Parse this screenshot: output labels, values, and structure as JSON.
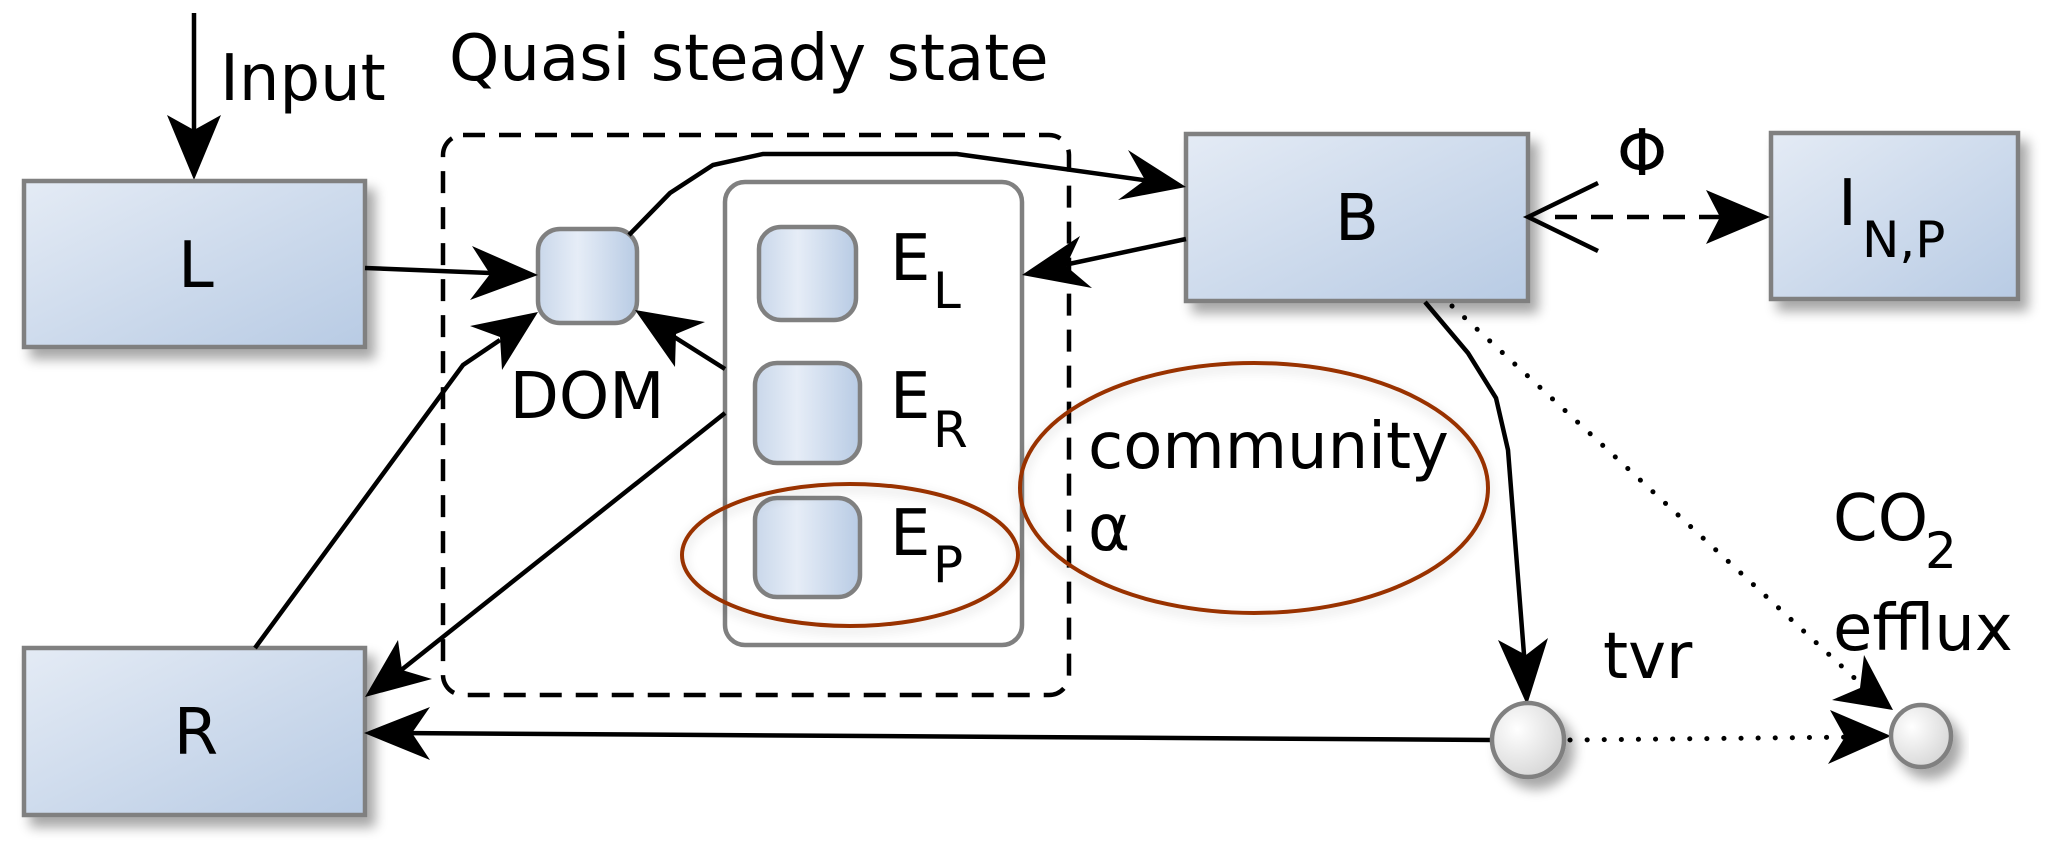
{
  "figure": {
    "title": "Quasi steady state",
    "accent_color": "#993300",
    "box_fill_start": "#e4ebf5",
    "box_fill_end": "#b8cbe4",
    "box_border": "#808080"
  },
  "labels": {
    "input": "Input",
    "quasi_steady_state": "Quasi steady state",
    "dom": "DOM",
    "community": "community",
    "alpha": "α",
    "phi": "Φ",
    "tvr": "tvr",
    "co2_main": "CO",
    "co2_sub": "2",
    "efflux": "efflux"
  },
  "nodes": {
    "L": {
      "label": "L"
    },
    "R": {
      "label": "R"
    },
    "B": {
      "label": "B"
    },
    "I": {
      "label": "I",
      "sub": "N,P"
    },
    "E_L": {
      "label": "E",
      "sub": "L"
    },
    "E_R": {
      "label": "E",
      "sub": "R"
    },
    "E_P": {
      "label": "E",
      "sub": "P"
    }
  },
  "edges": [
    {
      "from": "Input",
      "to": "L",
      "style": "solid"
    },
    {
      "from": "L",
      "to": "DOM",
      "style": "solid"
    },
    {
      "from": "R",
      "to": "DOM",
      "style": "solid"
    },
    {
      "from": "E_R",
      "to": "DOM",
      "style": "solid"
    },
    {
      "from": "DOM",
      "to": "B",
      "style": "solid"
    },
    {
      "from": "B",
      "to": "E_L",
      "style": "solid"
    },
    {
      "from": "E",
      "to": "R",
      "style": "solid"
    },
    {
      "from": "B",
      "to": "I",
      "label": "Φ",
      "style": "dashed",
      "bidirectional": true
    },
    {
      "from": "B",
      "to": "tvr",
      "style": "solid"
    },
    {
      "from": "B",
      "to": "CO2 efflux",
      "style": "dotted"
    },
    {
      "from": "tvr",
      "to": "R",
      "style": "solid"
    },
    {
      "from": "tvr",
      "to": "CO2 efflux",
      "style": "dotted"
    }
  ]
}
